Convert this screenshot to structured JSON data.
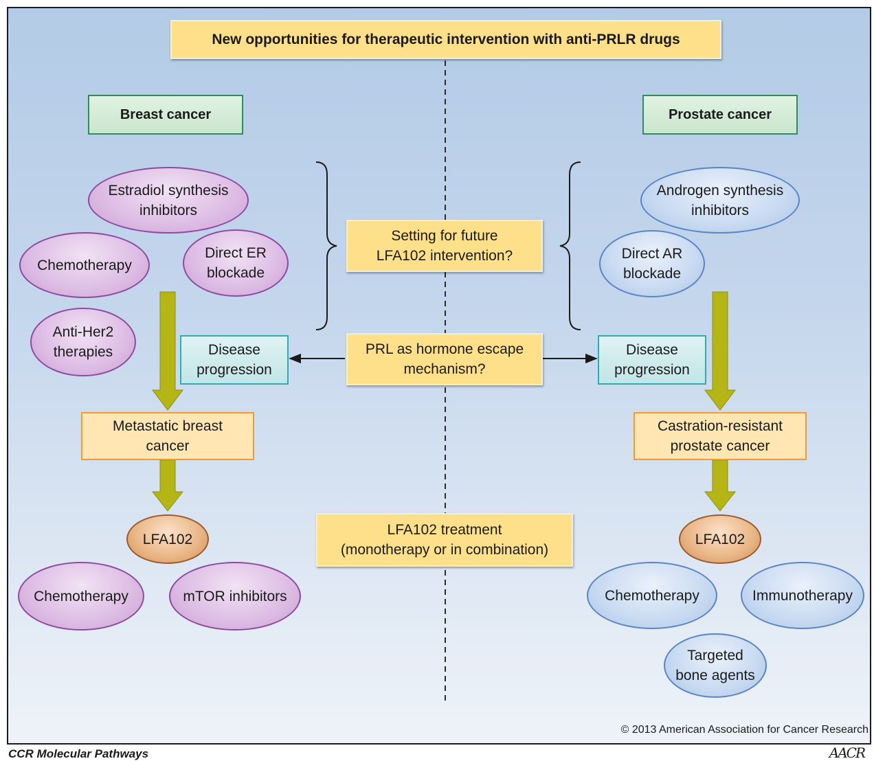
{
  "title": "New opportunities for therapeutic intervention with anti-PRLR drugs",
  "left": {
    "heading": "Breast cancer",
    "therapies": [
      "Estradiol synthesis\ninhibitors",
      "Chemotherapy",
      "Direct ER\nblockade",
      "Anti-Her2\ntherapies"
    ],
    "progression": "Disease\nprogression",
    "advanced": "Metastatic breast\ncancer",
    "drug": "LFA102",
    "combos": [
      "Chemotherapy",
      "mTOR inhibitors"
    ]
  },
  "right": {
    "heading": "Prostate cancer",
    "therapies": [
      "Androgen synthesis\ninhibitors",
      "Direct AR\nblockade"
    ],
    "progression": "Disease\nprogression",
    "advanced": "Castration-resistant\nprostate cancer",
    "drug": "LFA102",
    "combos": [
      "Chemotherapy",
      "Immunotherapy",
      "Targeted\nbone agents"
    ]
  },
  "center": {
    "future": "Setting for future\nLFA102 intervention?",
    "escape": "PRL as hormone escape\nmechanism?",
    "treatment": "LFA102 treatment\n(monotherapy or in combination)"
  },
  "copyright": "© 2013 American Association for Cancer Research",
  "footer": "CCR Molecular Pathways",
  "logo_text": "AACR",
  "colors": {
    "yellow_box": "#ffe08a",
    "green_border": "#2f8c5c",
    "teal_border": "#2aaeae",
    "orange_border": "#f39a35",
    "purple_ellipse": "#ddbce4",
    "blue_ellipse": "#c8daf1",
    "brown_ellipse": "#e9b584",
    "arrow_olive": "#b5b515"
  }
}
